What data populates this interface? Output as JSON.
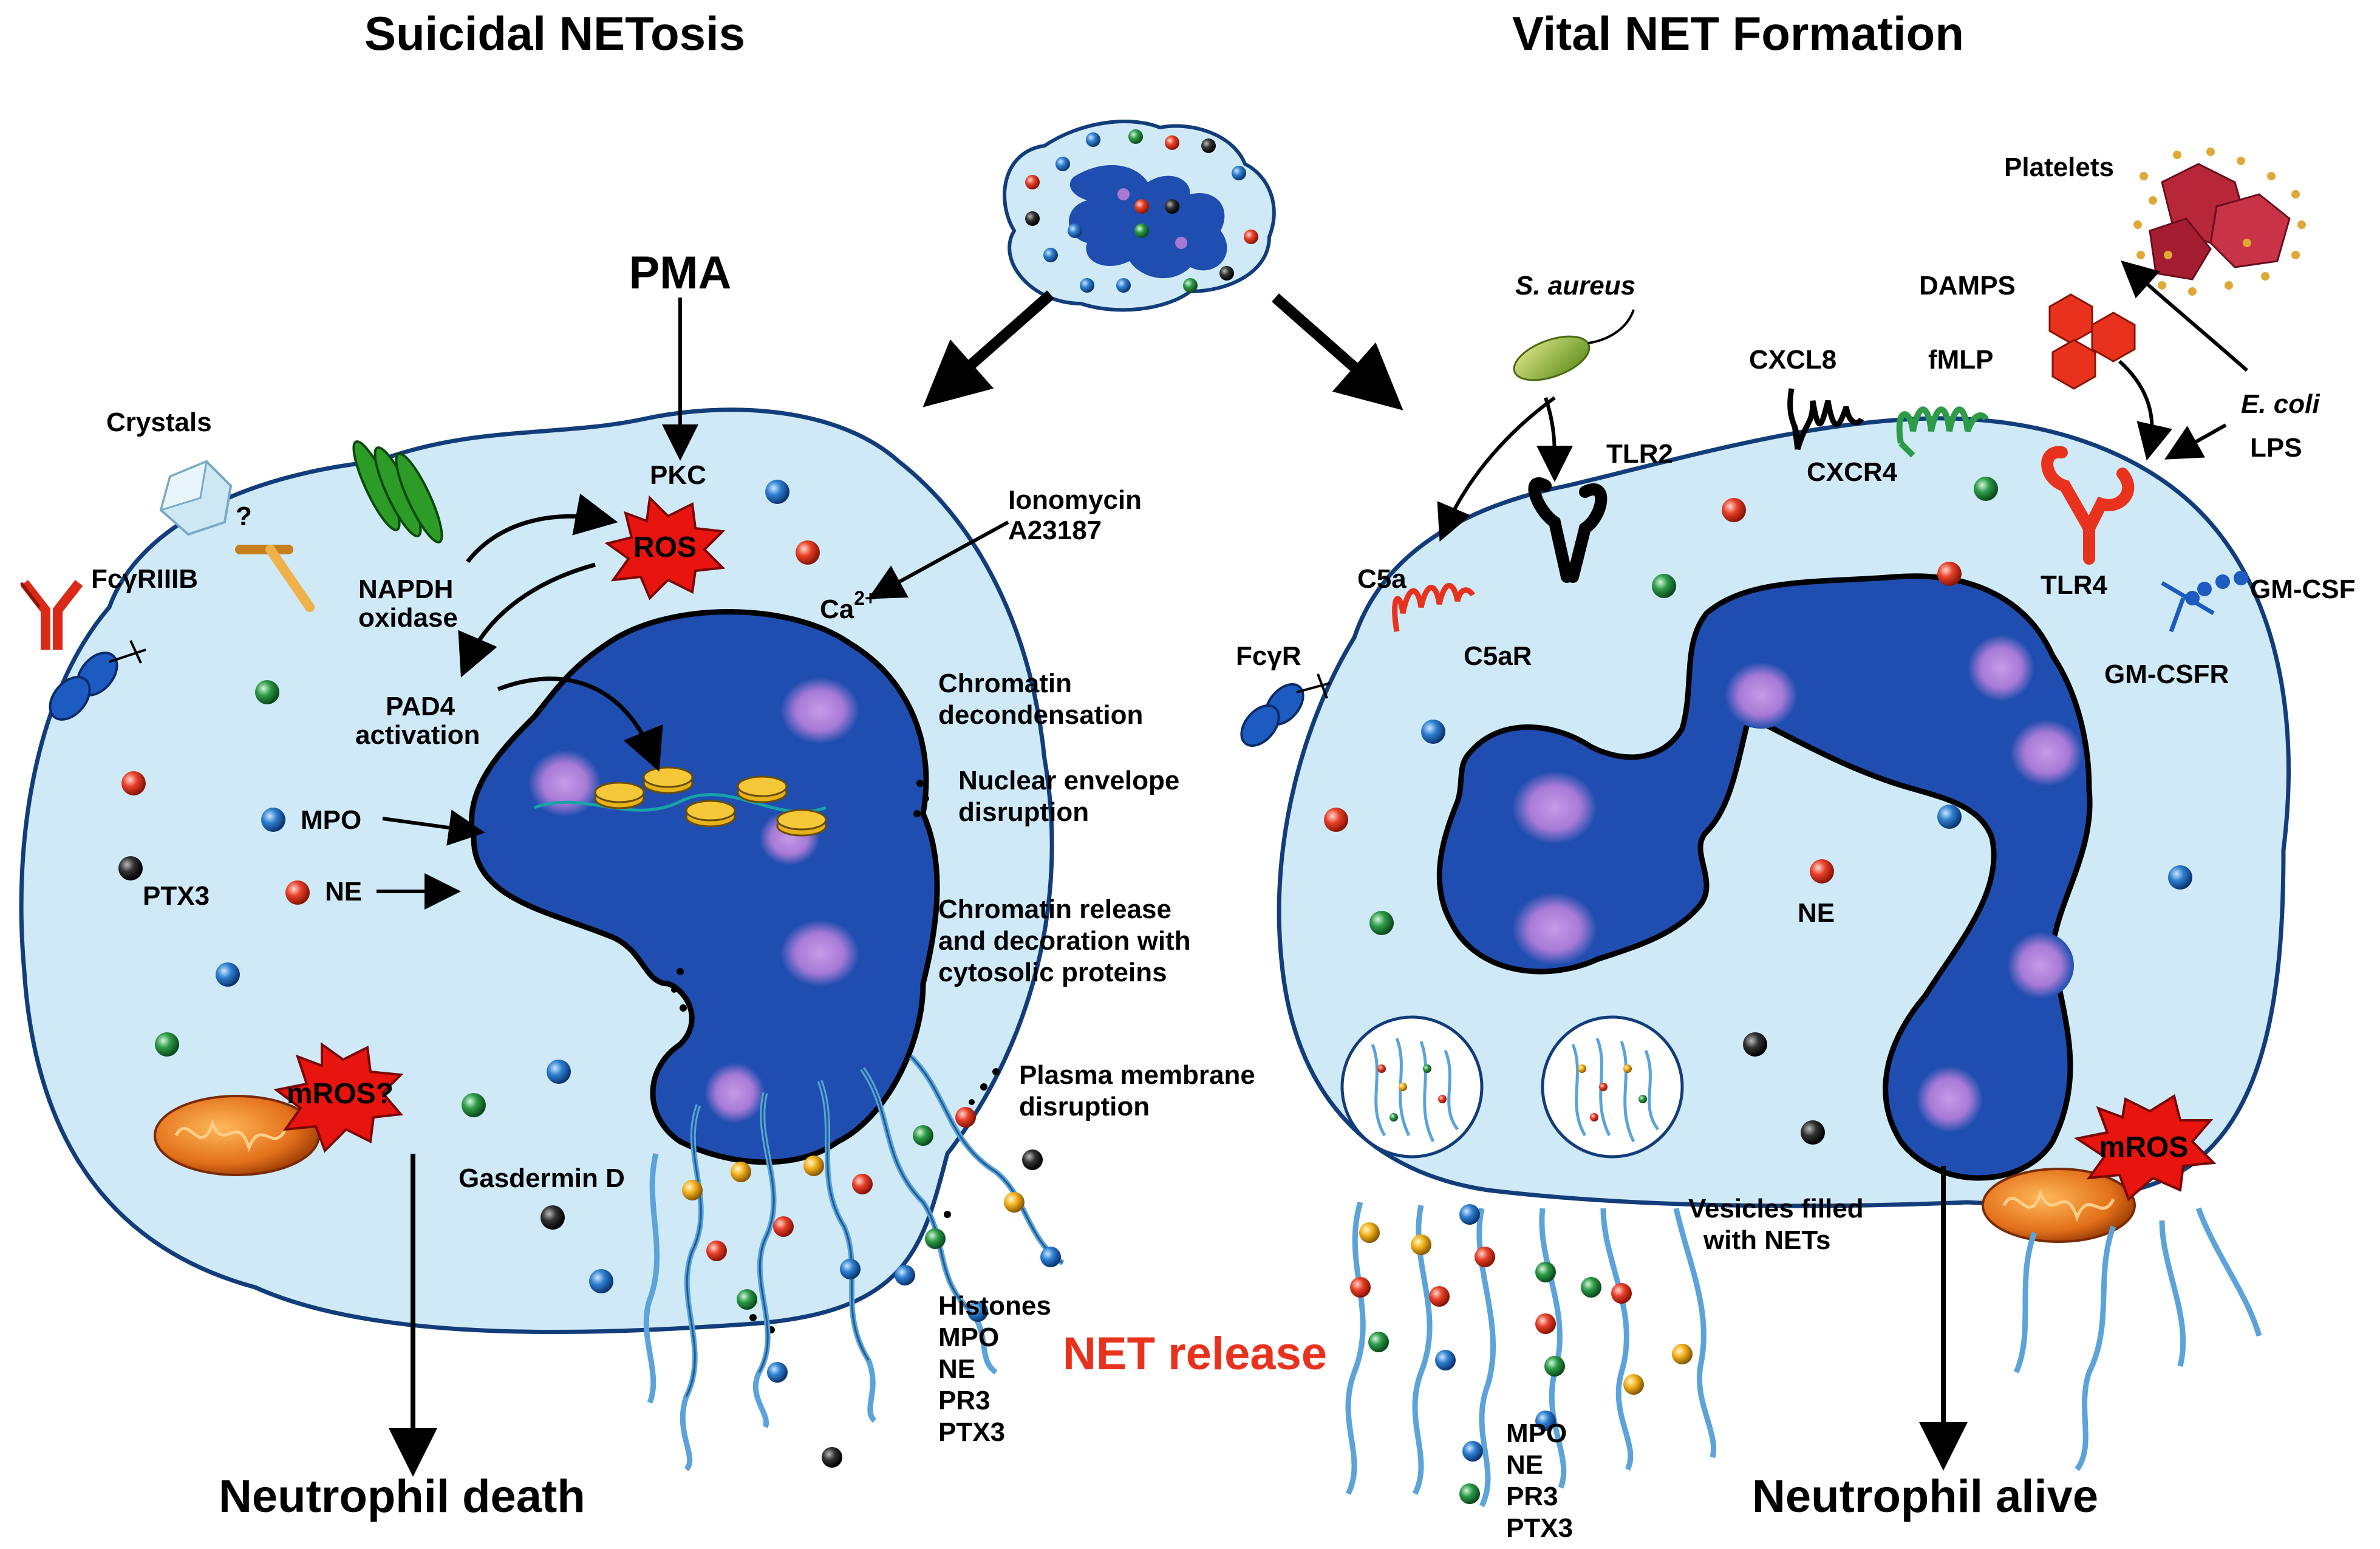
{
  "titles": {
    "left": "Suicidal  NETosis",
    "right": "Vital  NET  Formation"
  },
  "left_panel": {
    "stimuli": {
      "pma": "PMA",
      "crystals": "Crystals",
      "question": "?",
      "ionomycin": "Ionomycin",
      "a23187": "A23187",
      "ca": "Ca",
      "ca_sup": "2+"
    },
    "receptors": {
      "fcg_riiib": "FcγRIIIB",
      "napdh_1": "NAPDH",
      "napdh_2": "oxidase",
      "pkc": "PKC",
      "ros": "ROS",
      "pad4_1": "PAD4",
      "pad4_2": "activation",
      "mros": "mROS?"
    },
    "granules": {
      "mpo": "MPO",
      "ne": "NE",
      "ptx3": "PTX3",
      "gasdermin": "Gasdermin D"
    },
    "steps": [
      "Chromatin",
      "decondensation",
      "Nuclear  envelope",
      "disruption",
      "Chromatin  release",
      "and  decoration  with",
      "cytosolic  proteins",
      "Plasma  membrane",
      "disruption"
    ],
    "net_proteins": [
      "Histones",
      "MPO",
      "NE",
      "PR3",
      "PTX3"
    ],
    "outcome": "Neutrophil  death"
  },
  "net_release": "NET  release",
  "right_panel": {
    "stimuli": {
      "s_aureus": "S. aureus",
      "platelets": "Platelets",
      "damps": "DAMPS",
      "e_coli": "E. coli",
      "lps": "LPS"
    },
    "receptors": {
      "tlr2": "TLR2",
      "cxcl8": "CXCL8",
      "cxcr4": "CXCR4",
      "fmlp": "fMLP",
      "tlr4": "TLR4",
      "gm_csf": "GM-CSF",
      "gm_csfr": "GM-CSFR",
      "c5a": "C5a",
      "c5ar": "C5aR",
      "fcgr": "FcγR",
      "mros": "mROS"
    },
    "granules": {
      "ne": "NE"
    },
    "vesicles_1": "Vesicles  filled",
    "vesicles_2": "with  NETs",
    "net_proteins": [
      "MPO",
      "NE",
      "PR3",
      "PTX3"
    ],
    "outcome": "Neutrophil  alive"
  },
  "colors": {
    "cell_fill": "#cfe9f7",
    "cell_stroke": "#123d7a",
    "nucleus": "#1f4eb0",
    "nucleolus": "#a77ad6",
    "mpo_granule": "#2d7fd0",
    "ne_granule": "#e8402a",
    "ptx3_granule": "#222222",
    "green_granule": "#2d9b48",
    "ros_red": "#e8140f",
    "net_release_red": "#e8321e"
  }
}
